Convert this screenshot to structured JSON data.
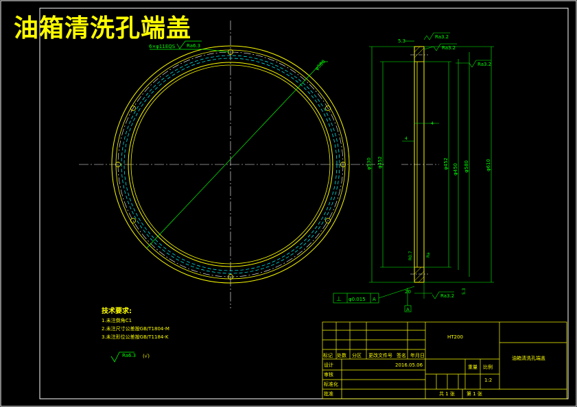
{
  "title": "油箱清洗孔端盖",
  "front_view": {
    "hole_callout": "6×φ11EQS",
    "roughness_front": "Ra6.3",
    "diameter_label": "φ580"
  },
  "section_view": {
    "thickness_label": "5.3",
    "roughness_labels": [
      "Ra3.2",
      "Ra3.2",
      "Ra3.2",
      "Ra3.2"
    ],
    "diameters": [
      "φ530",
      "φ452",
      "φ452",
      "φ450",
      "φ580",
      "φ610"
    ],
    "small_dims": [
      "4",
      "4",
      "R0.7",
      "Ra",
      "20",
      "5.3"
    ],
    "datum": "A",
    "gdt_symbol": "⊥",
    "gdt_value": "φ0.015",
    "gdt_datum": "A"
  },
  "tech_requirements": {
    "heading": "技术要求:",
    "items": [
      "1.未注倒角C1",
      "2.未注尺寸公差按GB/T1804-M",
      "3.未注形位公差按GB/T1184-K"
    ],
    "roughness_other": "Ra6.3",
    "roughness_other_suffix": "(√)"
  },
  "title_block": {
    "material": "HT200",
    "part_name": "油箱清洗孔端盖",
    "row_labels": [
      "标记",
      "处数",
      "分区",
      "更改文件号",
      "签名",
      "年月日"
    ],
    "design": "设计",
    "date": "2016.05.06",
    "check": "审核",
    "standard": "标准化",
    "approve": "批准",
    "stage": "重量",
    "scale_label": "比例",
    "scale": "1:2",
    "sheets_total": "共 1 张",
    "sheet_no": "第 1 张"
  },
  "colors": {
    "background": "#000000",
    "outline": "#ffff00",
    "hidden": "#00ffff",
    "center": "#ffffff",
    "dimension": "#00ff00",
    "frame": "#ffffff"
  }
}
